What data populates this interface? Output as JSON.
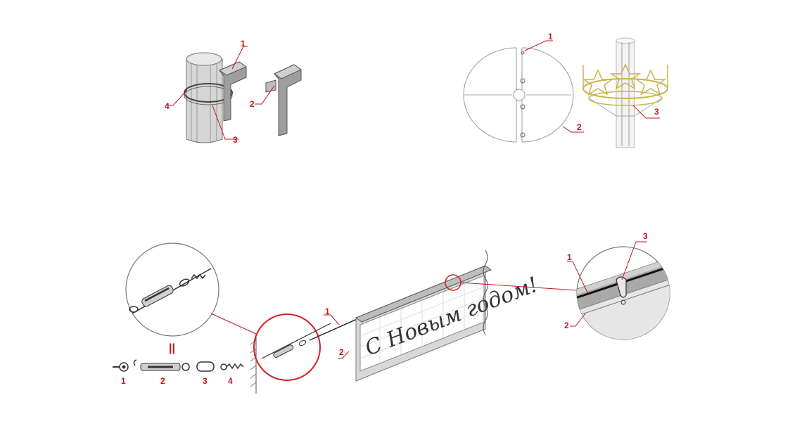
{
  "colors": {
    "accent": "#c0161c",
    "gold": "#c9b54a",
    "gray": "#b9b9b9"
  },
  "fig_pole_bracket": {
    "labels": [
      "1",
      "2",
      "3",
      "4"
    ]
  },
  "fig_disc_mount": {
    "labels": [
      "1",
      "2",
      "3"
    ]
  },
  "fig_banner": {
    "banner_text": "С Новым годом!",
    "labels": [
      "1",
      "2"
    ],
    "equals_sign": "||",
    "hardware_labels": [
      "1",
      "2",
      "3",
      "4"
    ]
  },
  "fig_detail": {
    "labels": [
      "1",
      "2",
      "3"
    ]
  }
}
